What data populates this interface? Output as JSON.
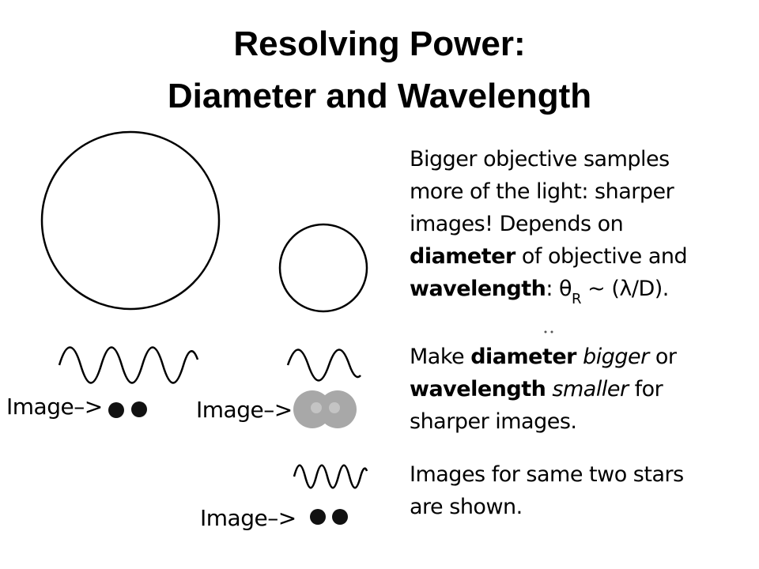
{
  "title": {
    "line1": "Resolving Power:",
    "line2": "Diameter and Wavelength"
  },
  "text": {
    "p1_line1": "Bigger objective samples",
    "p1_line2": "more of the light: sharper",
    "p1_line3": "images! Depends on",
    "p1_diameter": "diameter",
    "p1_line4_rest": " of objective and",
    "p1_wavelength": "wavelength",
    "p1_line5_rest": ": θ",
    "p1_sub": "R",
    "p1_formula": " ~ (λ/D).",
    "p2_make": "Make ",
    "p2_diameter": "diameter",
    "p2_bigger": " bigger",
    "p2_or": " or",
    "p2_wavelength": "wavelength",
    "p2_smaller": " smaller",
    "p2_for": " for",
    "p2_line3": "sharper images.",
    "p3_line1": "Images for same two stars",
    "p3_line2": "are shown."
  },
  "labels": {
    "image1": "Image–>",
    "image2": "Image–>",
    "image3": "Image–>"
  }
}
